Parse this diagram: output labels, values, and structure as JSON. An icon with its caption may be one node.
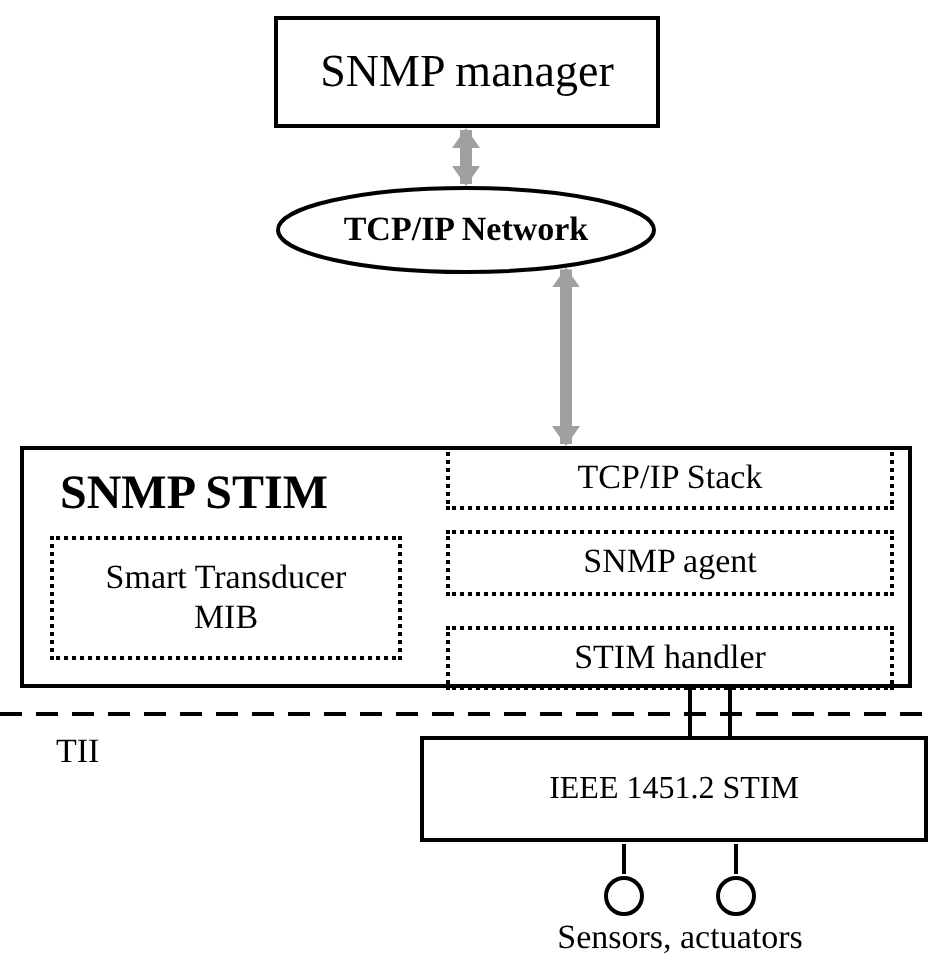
{
  "diagram": {
    "nodes": [
      {
        "text": [
          "SNMP manager"
        ]
      },
      {
        "text": [
          "TCP/IP Network"
        ]
      },
      {
        "text": [
          "SNMP STIM"
        ]
      },
      {
        "text": [
          "Smart Transducer MIB"
        ],
        "in": 2
      },
      {
        "text": [
          "TCP/IP Stack"
        ],
        "in": 2
      },
      {
        "text": [
          "SNMP agent"
        ],
        "in": 2
      },
      {
        "text": [
          "STIM handler"
        ],
        "in": 2
      },
      {
        "text": [
          "IEEE 1451.2 STIM"
        ]
      },
      {
        "text": [],
        "shape": "circle"
      },
      {
        "text": [],
        "shape": "circle"
      }
    ],
    "edges": [
      {
        "from": 0,
        "to": 1,
        "arrow": "both",
        "style": "thick",
        "color": "#a0a0a0"
      },
      {
        "from": 1,
        "to": 4,
        "arrow": "both",
        "style": "thick",
        "color": "#a0a0a0"
      },
      {
        "from": 6,
        "to": 7,
        "arrow": "none"
      },
      {
        "from": 7,
        "to": 8,
        "arrow": "none"
      },
      {
        "from": 7,
        "to": 9,
        "arrow": "none"
      }
    ],
    "labels": [
      "TII",
      "Sensors, actuators"
    ]
  }
}
